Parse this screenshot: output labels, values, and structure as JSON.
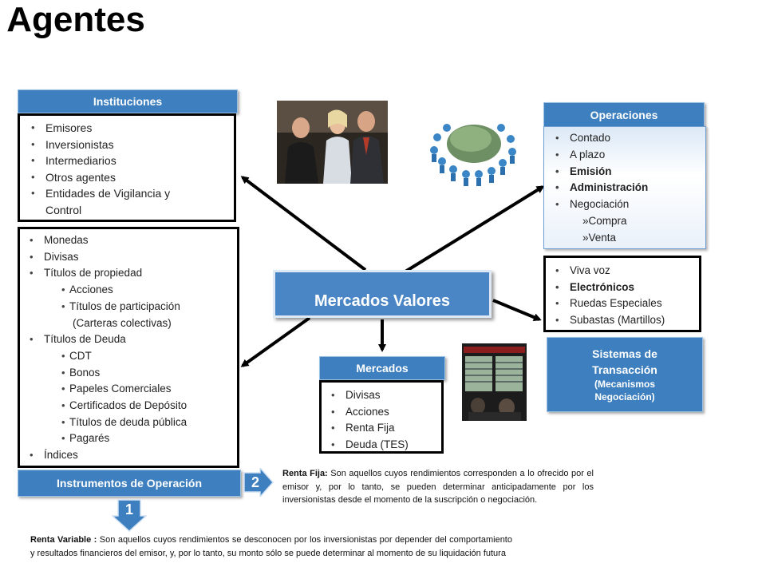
{
  "title": "Agentes",
  "instituciones": {
    "header": "Instituciones",
    "items": [
      "Emisores",
      "Inversionistas",
      "Intermediarios",
      "Otros agentes",
      "Entidades de Vigilancia y",
      "Control"
    ]
  },
  "operaciones": {
    "header": "Operaciones",
    "items": [
      "Contado",
      "A  plazo",
      "Emisión",
      "Administración",
      "Negociación",
      "»Compra",
      "»Venta"
    ]
  },
  "instrumentos": {
    "header": "Instrumentos de Operación",
    "items": [
      "Monedas",
      "Divisas",
      "Títulos de propiedad",
      "Acciones",
      "Títulos de participación",
      "(Carteras colectivas)",
      "Títulos de Deuda",
      "CDT",
      "Bonos",
      "Papeles Comerciales",
      "Certificados de Depósito",
      "Títulos de deuda pública",
      "Pagarés",
      "Índices"
    ]
  },
  "center": {
    "label": "Mercados Valores"
  },
  "mercados": {
    "header": "Mercados",
    "items": [
      "Divisas",
      "Acciones",
      "Renta Fija",
      "Deuda (TES)"
    ]
  },
  "sistemas": {
    "items": [
      "Viva voz",
      "Electrónicos",
      "Ruedas Especiales",
      "Subastas (Martillos)"
    ],
    "header_line1": "Sistemas de",
    "header_line2": "Transacción",
    "header_line3": "(Mecanismos",
    "header_line4": "Negociación)"
  },
  "badges": {
    "one": "1",
    "two": "2"
  },
  "renta_fija": {
    "label": "Renta Fija:",
    "text": "Son aquellos cuyos rendimientos corresponden a lo ofrecido por el emisor y, por lo tanto, se pueden determinar anticipadamente por los inversionistas desde el momento de la suscripción o negociación."
  },
  "renta_variable": {
    "label": "Renta Variable :",
    "text": "Son aquellos cuyos  rendimientos se desconocen por los  inversionistas por depender del comportamiento y resultados financieros  del emisor, y, por lo tanto, su monto sólo se puede determinar al momento de su liquidación futura"
  },
  "colors": {
    "header_blue": "#3d7fbf",
    "arrow": "#000000"
  }
}
